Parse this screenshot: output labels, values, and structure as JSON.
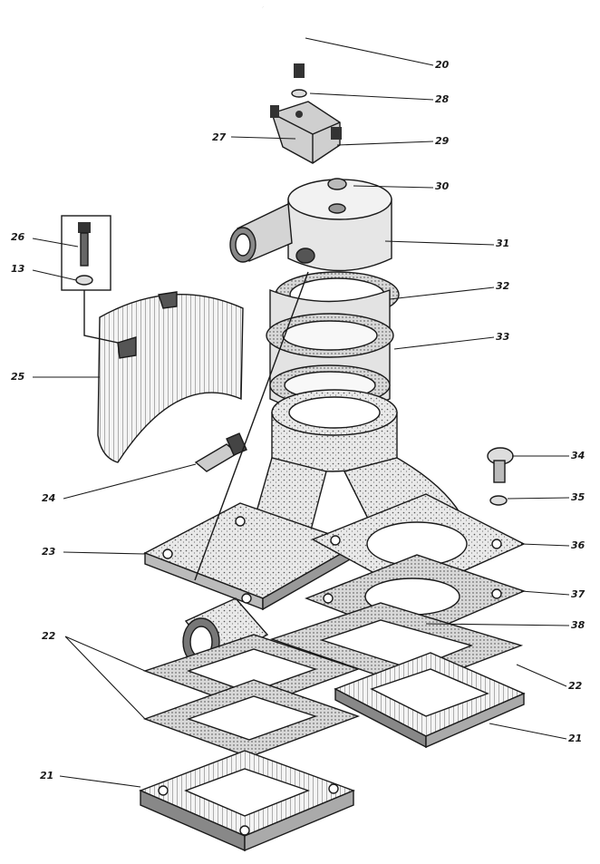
{
  "diagram": {
    "callouts": {
      "c20": "20",
      "c28": "28",
      "c29": "29",
      "c27": "27",
      "c30": "30",
      "c31": "31",
      "c26": "26",
      "c13": "13",
      "c32": "32",
      "c33": "33",
      "c25": "25",
      "c34": "34",
      "c35": "35",
      "c24": "24",
      "c23": "23",
      "c36": "36",
      "c37": "37",
      "c38": "38",
      "c22a": "22",
      "c22b": "22",
      "c21a": "21",
      "c21b": "21"
    }
  }
}
